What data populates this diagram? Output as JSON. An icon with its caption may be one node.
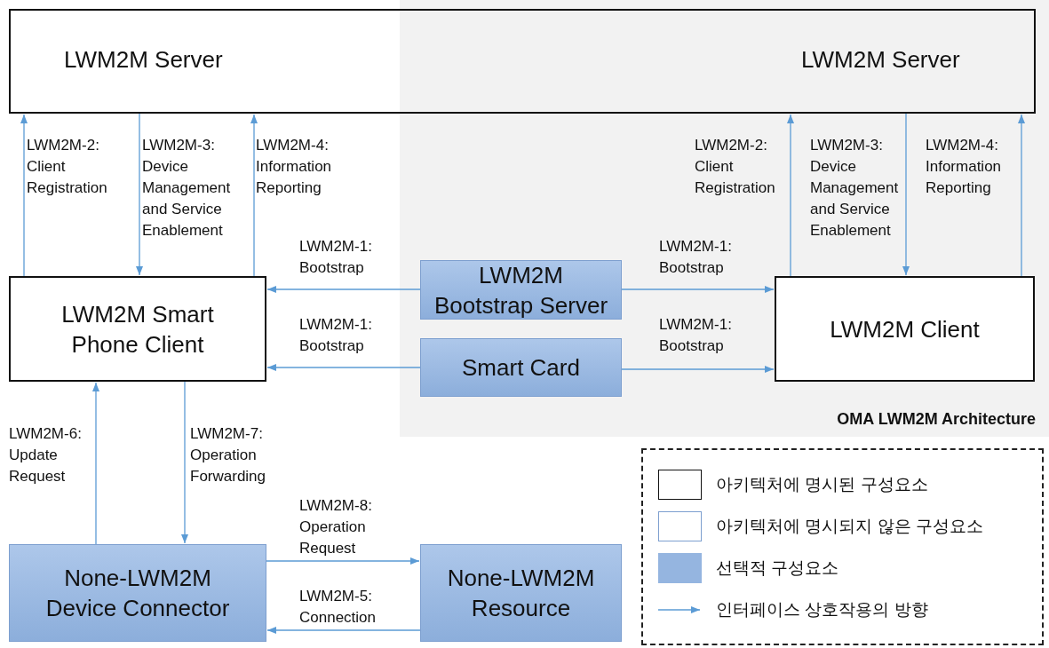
{
  "diagram": {
    "nodes": [
      {
        "text": [
          "LWM2M Server",
          "LWM2M Server"
        ]
      },
      {
        "text": [
          "LWM2M Smart Phone Client"
        ]
      },
      {
        "text": [
          "LWM2M Bootstrap Server"
        ]
      },
      {
        "text": [
          "Smart Card"
        ]
      },
      {
        "text": [
          "LWM2M Client"
        ]
      },
      {
        "text": [
          "None-LWM2M Device Connector"
        ]
      },
      {
        "text": [
          "None-LWM2M Resource"
        ]
      }
    ],
    "edges": [
      {
        "from": 1,
        "to": 0,
        "arrow": "to",
        "label": "LWM2M-2: Client Registration"
      },
      {
        "from": 0,
        "to": 1,
        "arrow": "to",
        "label": "LWM2M-3: Device Management and Service Enablement"
      },
      {
        "from": 1,
        "to": 0,
        "arrow": "to",
        "label": "LWM2M-4: Information Reporting"
      },
      {
        "from": 2,
        "to": 1,
        "arrow": "to",
        "label": "LWM2M-1: Bootstrap"
      },
      {
        "from": 3,
        "to": 1,
        "arrow": "to",
        "label": "LWM2M-1: Bootstrap"
      },
      {
        "from": 2,
        "to": 4,
        "arrow": "to",
        "label": "LWM2M-1: Bootstrap"
      },
      {
        "from": 3,
        "to": 4,
        "arrow": "to",
        "label": "LWM2M-1: Bootstrap"
      },
      {
        "from": 4,
        "to": 0,
        "arrow": "to",
        "label": "LWM2M-2: Client Registration"
      },
      {
        "from": 0,
        "to": 4,
        "arrow": "to",
        "label": "LWM2M-3: Device Management and Service Enablement"
      },
      {
        "from": 4,
        "to": 0,
        "arrow": "to",
        "label": "LWM2M-4: Information Reporting"
      },
      {
        "from": 5,
        "to": 1,
        "arrow": "to",
        "label": "LWM2M-6: Update Request"
      },
      {
        "from": 1,
        "to": 5,
        "arrow": "to",
        "label": "LWM2M-7: Operation Forwarding"
      },
      {
        "from": 5,
        "to": 6,
        "arrow": "to",
        "label": "LWM2M-8: Operation Request"
      },
      {
        "from": 6,
        "to": 5,
        "arrow": "to",
        "label": "LWM2M-5: Connection"
      }
    ],
    "labels": [
      "OMA LWM2M Architecture"
    ],
    "legend": [
      {
        "text": "아키텍처에 명시된 구성요소"
      },
      {
        "text": "아키텍처에 명시되지 않은 구성요소"
      },
      {
        "text": "선택적 구성요소",
        "color": "#95b5e0"
      },
      {
        "text": "인터페이스 상호작용의 방향"
      }
    ]
  }
}
